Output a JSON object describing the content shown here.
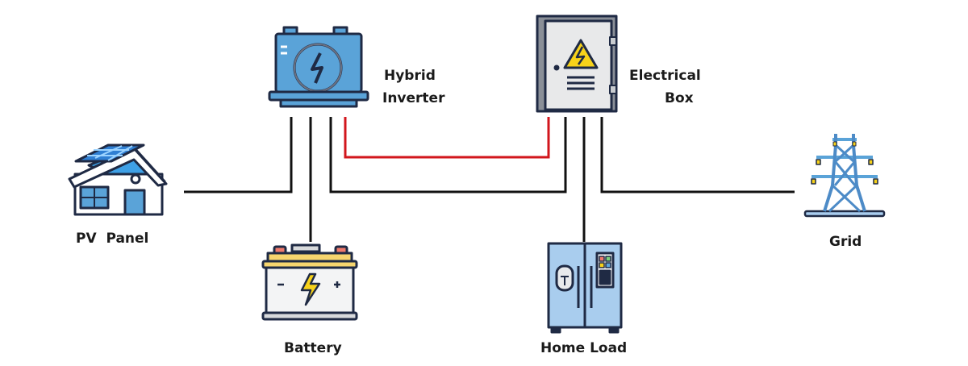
{
  "labels": {
    "pv_panel": "PV  Panel",
    "battery": "Battery",
    "home_load": "Home Load",
    "grid": "Grid",
    "inverter_line1": "Hybrid",
    "inverter_line2": "Inverter",
    "box_line1": "Electrical",
    "box_line2": "Box"
  },
  "icons": {
    "pv_house": "solar-house-icon",
    "inverter": "inverter-icon",
    "electrical_box": "electrical-box-icon",
    "battery": "battery-icon",
    "home_load": "refrigerator-icon",
    "grid": "transmission-tower-icon"
  },
  "colors": {
    "wire": "#111111",
    "ac_wire": "#d2161c",
    "icon_blue": "#5aa3d8",
    "icon_outline": "#1f2a44",
    "battery_yellow": "#f6d56e",
    "warning_yellow": "#f7d21a"
  }
}
